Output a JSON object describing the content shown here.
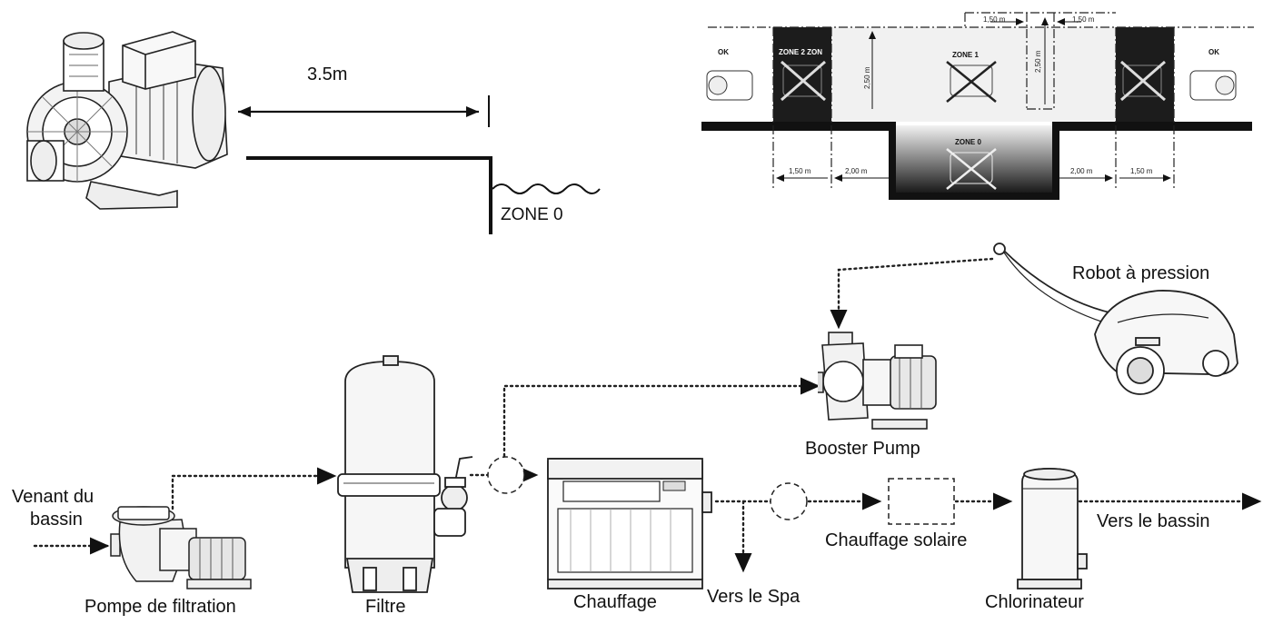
{
  "top_left": {
    "distance_label": "3.5m",
    "zone_label": "ZONE 0"
  },
  "zone_diagram": {
    "ok_left": "OK",
    "ok_right": "OK",
    "zone2_label": "ZONE 2 ZON",
    "zone1_label": "ZONE 1",
    "zone0_label": "ZONE 0",
    "dims_top": [
      "1,50 m",
      "1,50 m"
    ],
    "dims_vertical": [
      "2,50 m",
      "2,50 m"
    ],
    "dims_bottom": [
      "1,50 m",
      "2,00 m",
      "2,00 m",
      "1,50 m"
    ]
  },
  "circuit": {
    "inlet": [
      "Venant du",
      "bassin"
    ],
    "pump_filtration": "Pompe de filtration",
    "filter": "Filtre",
    "heater": "Chauffage",
    "spa": "Vers le Spa",
    "booster": "Booster Pump",
    "robot": "Robot à pression",
    "solar": "Chauffage solaire",
    "chlorinator": "Chlorinateur",
    "outlet": "Vers le bassin"
  }
}
